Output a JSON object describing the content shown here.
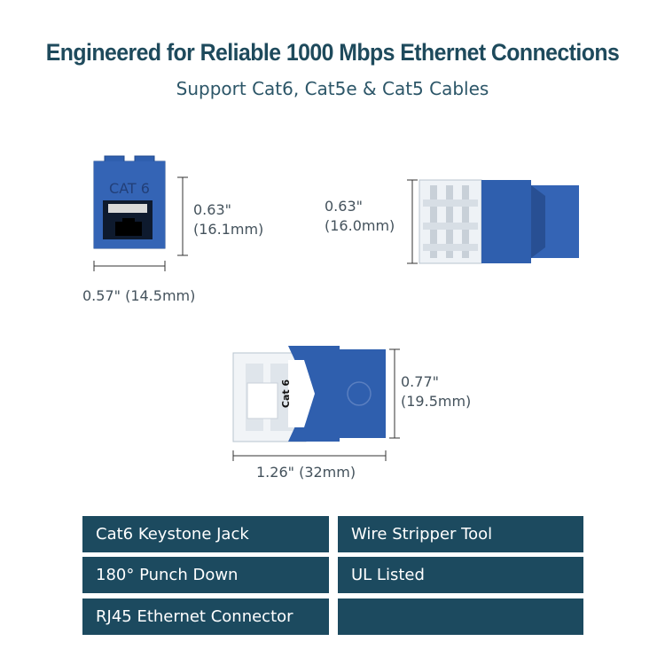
{
  "header": {
    "title": "Engineered for Reliable 1000 Mbps Ethernet Connections",
    "subtitle": "Support Cat6, Cat5e & Cat5 Cables"
  },
  "front_view": {
    "jack_label": "CAT 6",
    "height_in": "0.63\"",
    "height_mm": "(16.1mm)",
    "width_label": "0.57\" (14.5mm)"
  },
  "side_view": {
    "height_in": "0.63\"",
    "height_mm": "(16.0mm)"
  },
  "top_view": {
    "jack_label": "Cat 6",
    "height_in": "0.77\"",
    "height_mm": "(19.5mm)",
    "length_label": "1.26\" (32mm)"
  },
  "features": [
    "Cat6 Keystone Jack",
    "Wire Stripper Tool",
    "180° Punch Down",
    "UL Listed",
    "RJ45 Ethernet Connector",
    ""
  ],
  "colors": {
    "jack_blue": "#2f5fae",
    "panel": "#1c4a5f",
    "title": "#1e4a5c"
  }
}
